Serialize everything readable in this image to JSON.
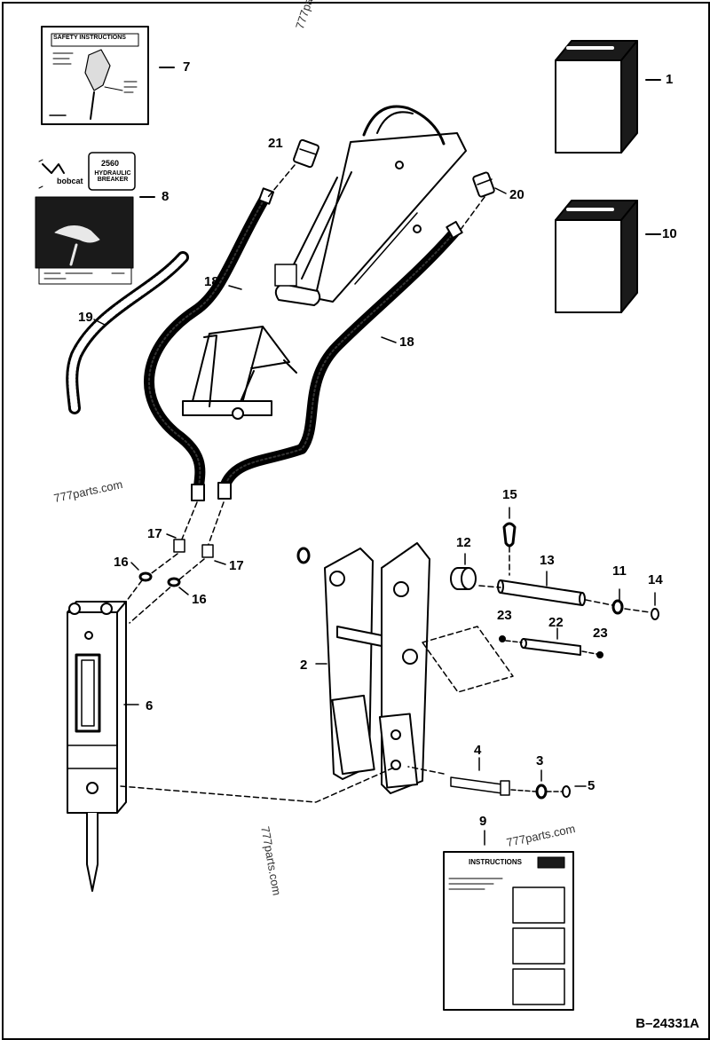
{
  "figure_id": "B–24331A",
  "watermark": "777parts.com",
  "decal_7": {
    "title": "SAFETY INSTRUCTIONS"
  },
  "decal_8": {
    "brand": "bobcat",
    "model": "2560",
    "product": "HYDRAULIC BREAKER"
  },
  "instructions_sheet": {
    "title": "INSTRUCTIONS"
  },
  "callouts": {
    "c1": "1",
    "c2": "2",
    "c3": "3",
    "c4": "4",
    "c5": "5",
    "c6": "6",
    "c7": "7",
    "c8": "8",
    "c9": "9",
    "c10": "10",
    "c11": "11",
    "c12": "12",
    "c13": "13",
    "c14": "14",
    "c15": "15",
    "c16a": "16",
    "c16b": "16",
    "c17a": "17",
    "c17b": "17",
    "c18a": "18",
    "c18b": "18",
    "c19": "19",
    "c20": "20",
    "c21": "21",
    "c22": "22",
    "c23a": "23",
    "c23b": "23"
  },
  "colors": {
    "ink": "#000000",
    "paper": "#ffffff",
    "shade": "#d8d8d8",
    "dark": "#1a1a1a"
  }
}
